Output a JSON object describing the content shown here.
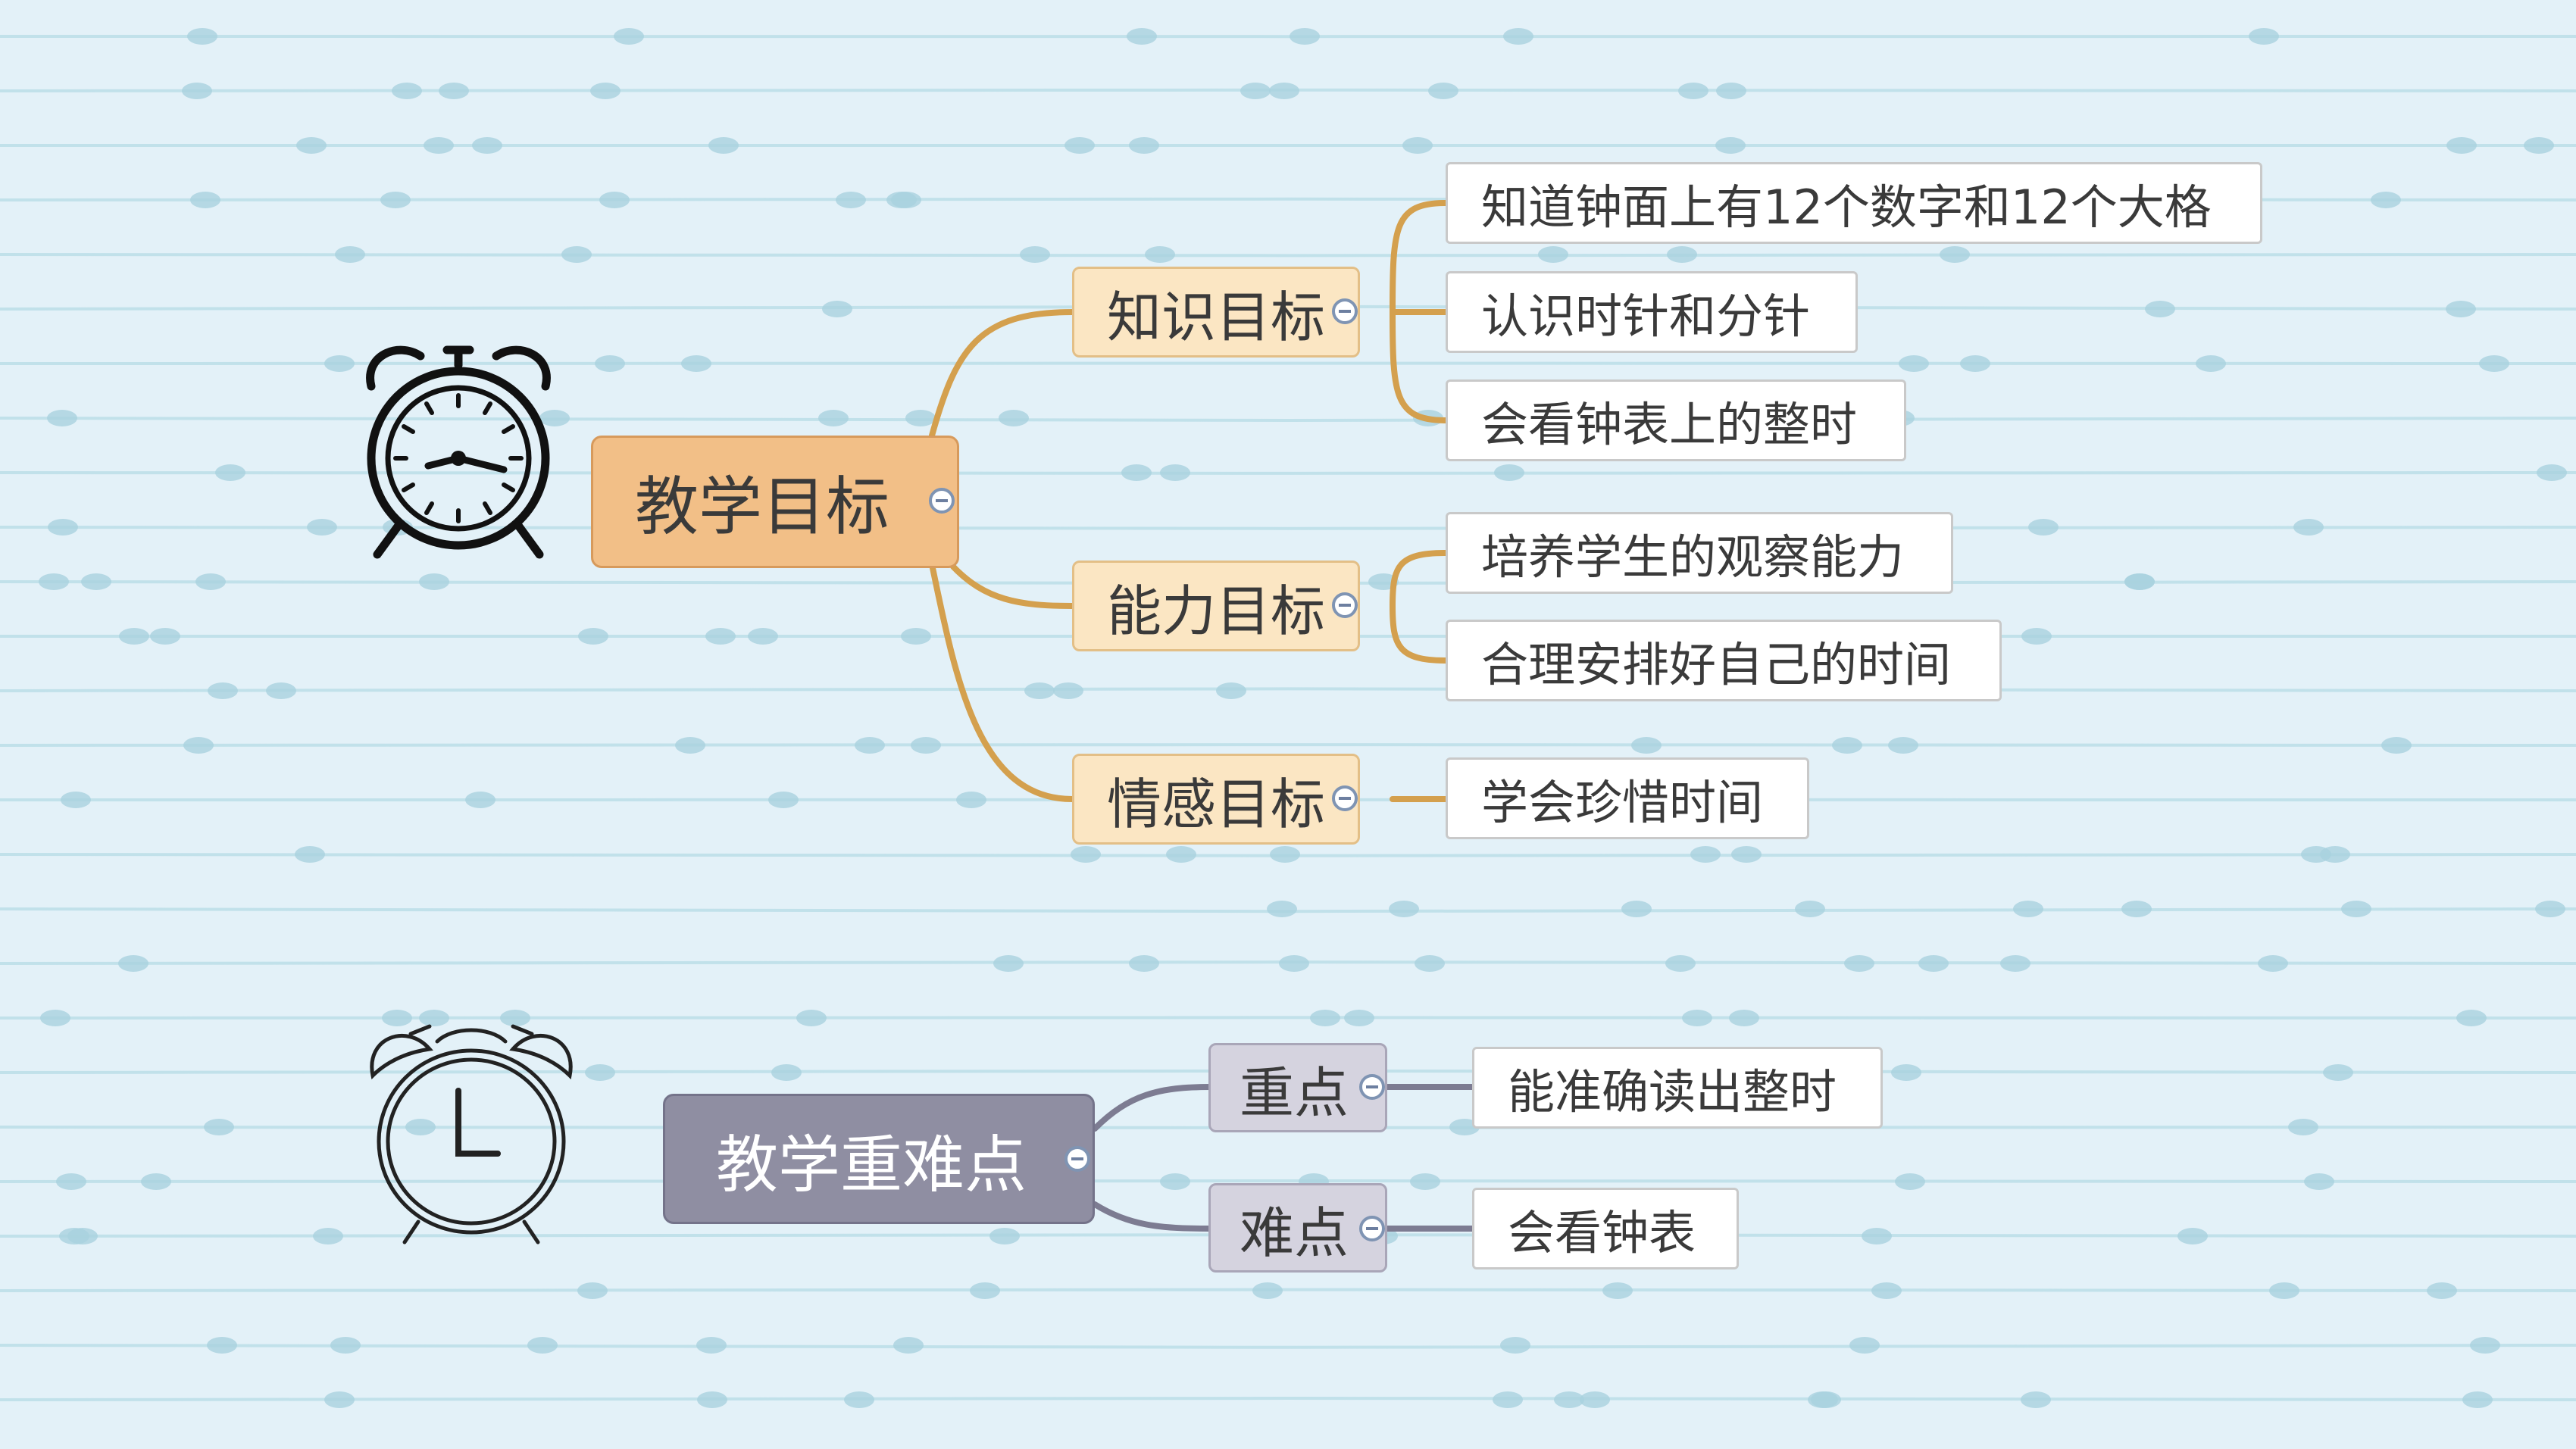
{
  "colors": {
    "background": "#e3f1f8",
    "background_stroke": "#b6dbe6",
    "background_dot": "#a9d2df",
    "orange_connector": "#d4a04e",
    "grey_connector": "#7d7c92"
  },
  "icons": [
    "alarm-clock-icon",
    "twin-bell-alarm-clock-icon",
    "collapse-toggle-icon"
  ],
  "mindmap": {
    "objectives": {
      "title": "教学目标",
      "branches": [
        {
          "label": "知识目标",
          "items": [
            "知道钟面上有12个数字和12个大格",
            "认识时针和分针",
            "会看钟表上的整时"
          ]
        },
        {
          "label": "能力目标",
          "items": [
            "培养学生的观察能力",
            "合理安排好自己的时间"
          ]
        },
        {
          "label": "情感目标",
          "items": [
            "学会珍惜时间"
          ]
        }
      ]
    },
    "focus": {
      "title": "教学重难点",
      "branches": [
        {
          "label": "重点",
          "items": [
            "能准确读出整时"
          ]
        },
        {
          "label": "难点",
          "items": [
            "会看钟表"
          ]
        }
      ]
    }
  }
}
